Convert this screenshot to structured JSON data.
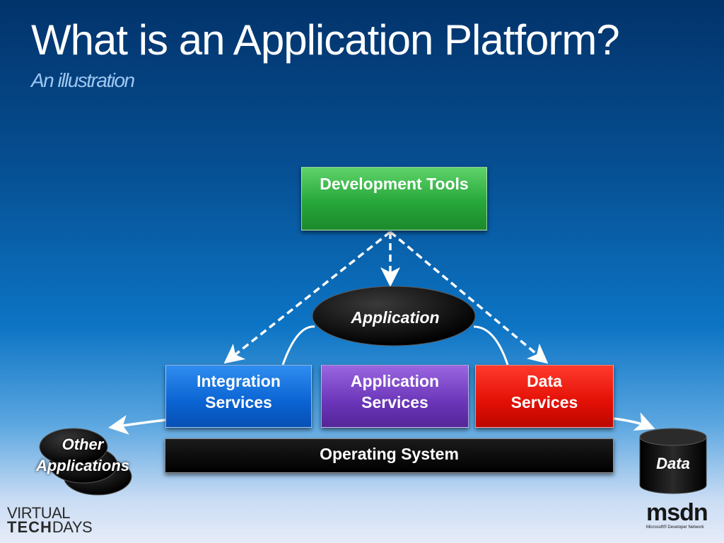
{
  "slide": {
    "title": "What is an Application Platform?",
    "subtitle": "An illustration"
  },
  "diagram": {
    "dev_tools": "Development Tools",
    "application": "Application",
    "integration_services": [
      "Integration",
      "Services"
    ],
    "application_services": [
      "Application",
      "Services"
    ],
    "data_services": [
      "Data",
      "Services"
    ],
    "operating_system": "Operating System",
    "other_applications": [
      "Other",
      "Applications"
    ],
    "data": "Data"
  },
  "logos": {
    "virtual": "VIRTUAL",
    "tech": "TECH",
    "days": "DAYS",
    "msdn": "msdn",
    "msdn_tagline": "Microsoft® Developer Network"
  },
  "colors": {
    "background_top": "#02336b",
    "background_bottom": "#e6ecf8",
    "dev_tools_green": "#27a73a",
    "integration_blue": "#0a63d2",
    "application_services_purple": "#6a35b8",
    "data_services_red": "#e20f05",
    "operating_system_black": "#000000",
    "title_white": "#ffffff",
    "subtitle_blue": "#9ec8f2"
  }
}
